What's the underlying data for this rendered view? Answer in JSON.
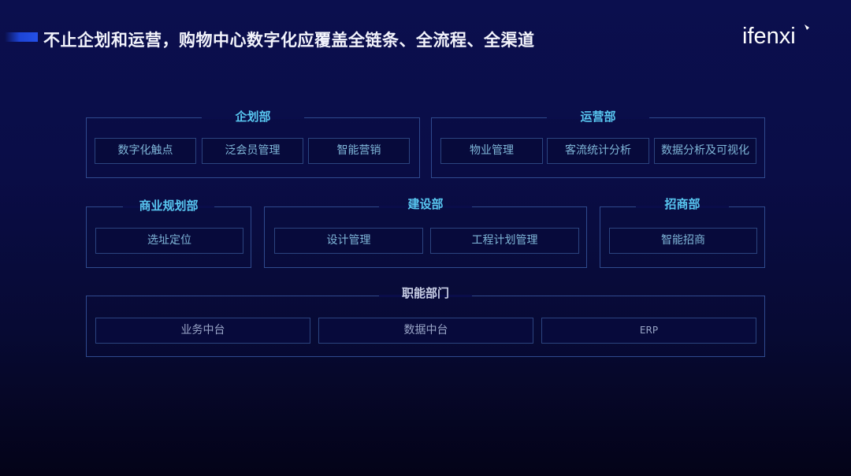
{
  "header": {
    "title": "不止企划和运营，购物中心数字化应覆盖全链条、全流程、全渠道",
    "logo": "ifenxi"
  },
  "colors": {
    "background": "#0a0d47",
    "accent": "#2450e8",
    "dept_title": "#58c6f0",
    "item_text": "#7fb6d8",
    "border": "#2f4a8e"
  },
  "departments": [
    {
      "name": "企划部",
      "items": [
        "数字化触点",
        "泛会员管理",
        "智能营销"
      ]
    },
    {
      "name": "运营部",
      "items": [
        "物业管理",
        "客流统计分析",
        "数据分析及可视化"
      ]
    },
    {
      "name": "商业规划部",
      "items": [
        "选址定位"
      ]
    },
    {
      "name": "建设部",
      "items": [
        "设计管理",
        "工程计划管理"
      ]
    },
    {
      "name": "招商部",
      "items": [
        "智能招商"
      ]
    },
    {
      "name": "职能部门",
      "items": [
        "业务中台",
        "数据中台",
        "ERP"
      ]
    }
  ]
}
